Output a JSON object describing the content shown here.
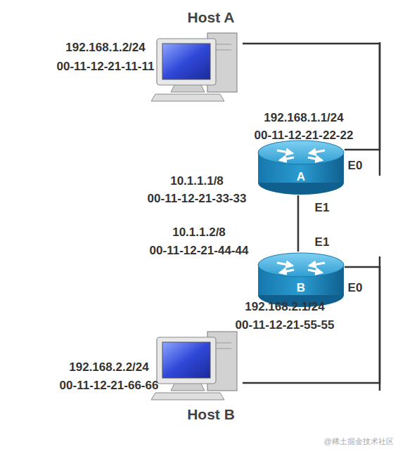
{
  "diagram": {
    "nodes": [
      {
        "text": [
          "Host A"
        ]
      },
      {
        "text": [
          "A"
        ]
      },
      {
        "text": [
          "B"
        ]
      },
      {
        "text": [
          "Host B"
        ]
      }
    ],
    "edges": [
      {
        "from": 0,
        "to": 1,
        "arrow": "none"
      },
      {
        "from": 1,
        "to": 2,
        "arrow": "none"
      },
      {
        "from": 2,
        "to": 3,
        "arrow": "none"
      }
    ],
    "labels": [
      "192.168.1.2/24",
      "00-11-12-21-11-11",
      "192.168.1.1/24",
      "00-11-12-21-22-22",
      "E0",
      "10.1.1.1/8",
      "00-11-12-21-33-33",
      "E1",
      "10.1.1.2/8",
      "00-11-12-21-44-44",
      "E1",
      "E0",
      "192.168.2.1/24",
      "00-11-12-21-55-55",
      "192.168.2.2/24",
      "00-11-12-21-66-66",
      "@稀土掘金技术社区"
    ]
  }
}
